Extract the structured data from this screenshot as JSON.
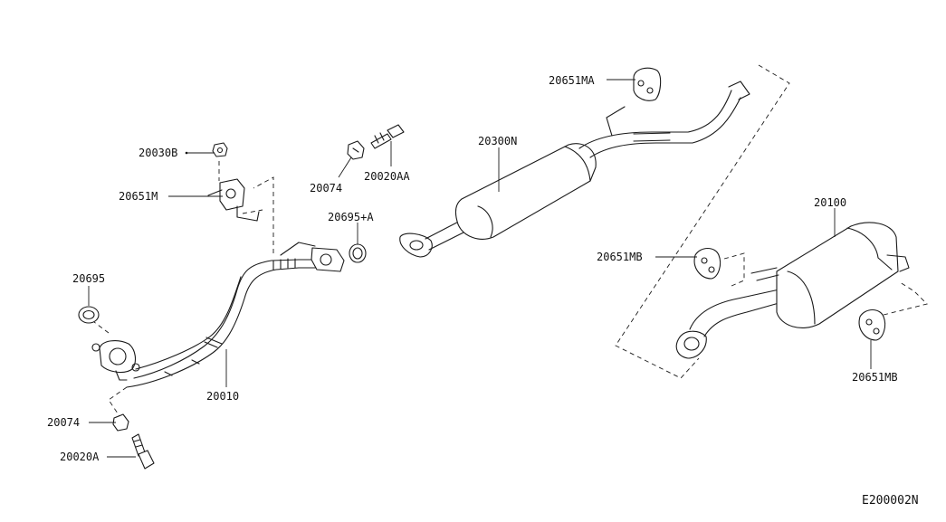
{
  "diagram_code": "E200002N",
  "parts": {
    "p20651MA": "20651MA",
    "p20300N": "20300N",
    "p20030B": "20030B",
    "p20651M": "20651M",
    "p20074_top": "20074",
    "p20020AA": "20020AA",
    "p20695A": "20695+A",
    "p20100": "20100",
    "p20651MB_left": "20651MB",
    "p20695": "20695",
    "p20010": "20010",
    "p20074_bottom": "20074",
    "p20020A": "20020A",
    "p20651MB_right": "20651MB"
  }
}
